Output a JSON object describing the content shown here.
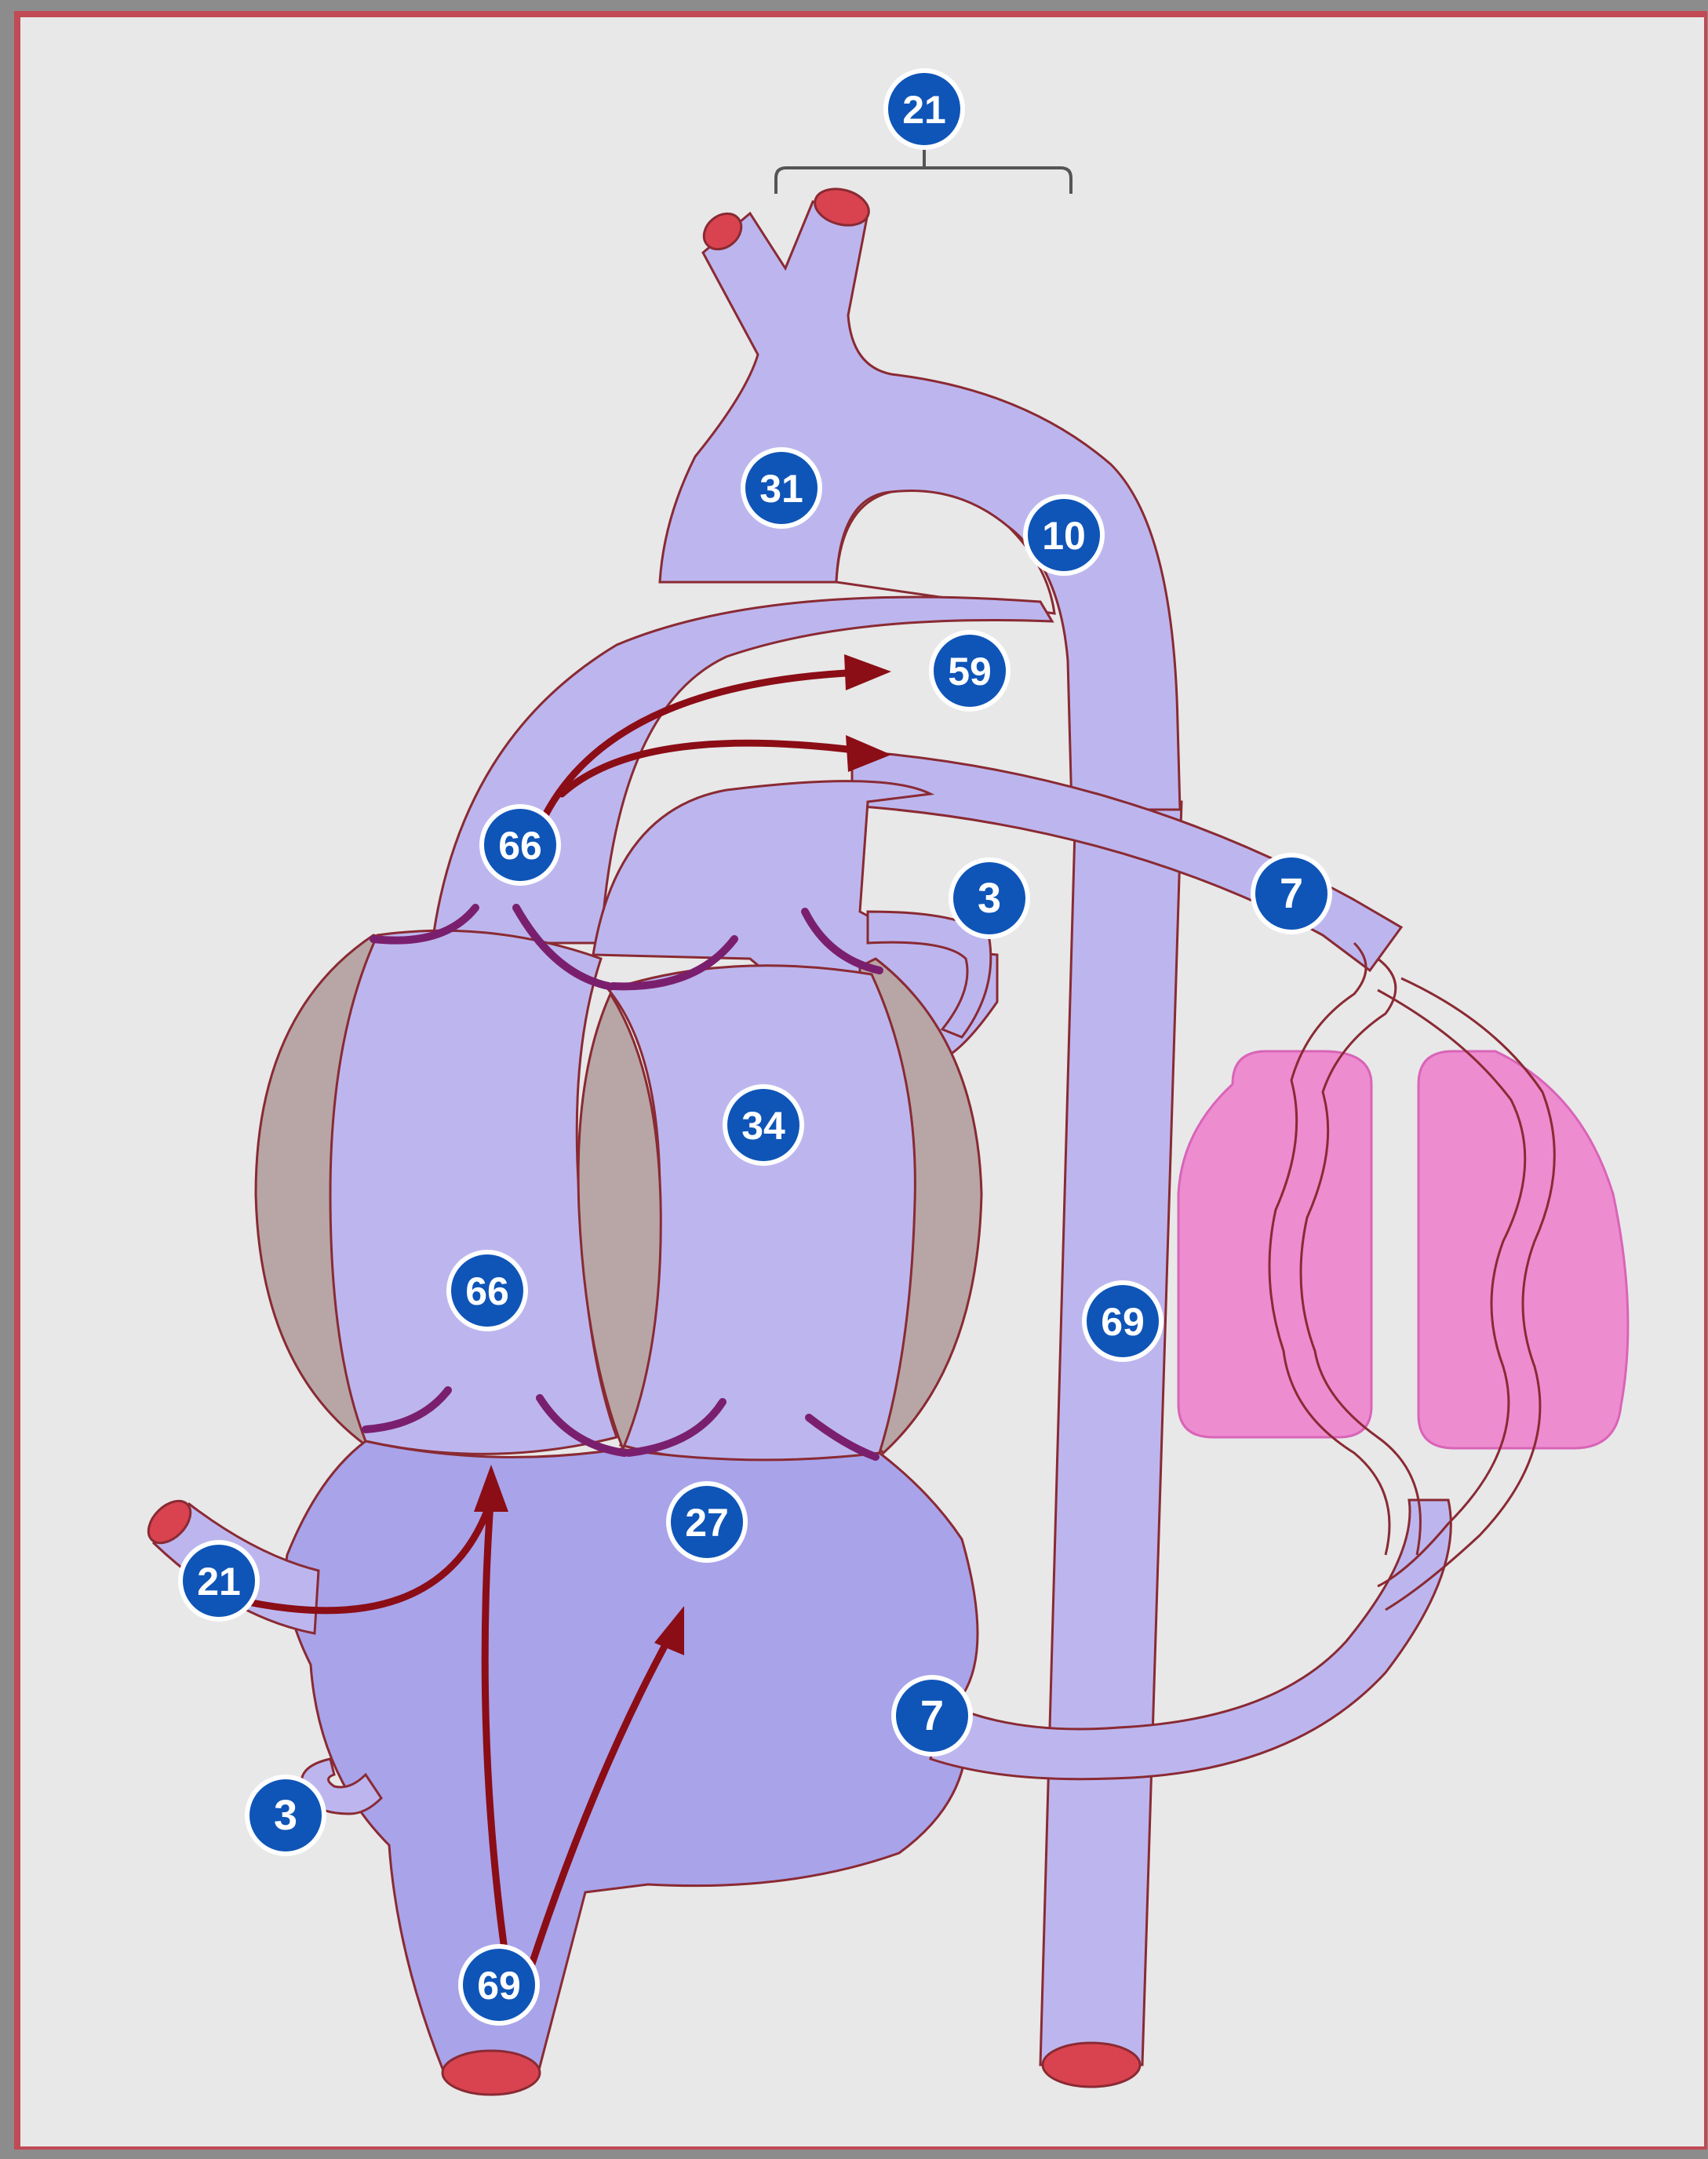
{
  "diagram": {
    "colors": {
      "background": "#e8e8e8",
      "vessel_fill": "#bdb6ee",
      "vessel_stroke": "#8a2a33",
      "atrium_fill": "#a9a3ea",
      "valve_cusp": "#7a1f6e",
      "membrane": "#b8a6a6",
      "lung_pink": "#ee8cd0",
      "vessel_cut_end": "#d8434f",
      "flow_arrow": "#8b0d16",
      "marker_fill": "#0f55b8"
    },
    "markers": [
      {
        "id": "m-21-top",
        "text": "21"
      },
      {
        "id": "m-31",
        "text": "31"
      },
      {
        "id": "m-10",
        "text": "10"
      },
      {
        "id": "m-59",
        "text": "59"
      },
      {
        "id": "m-66-top",
        "text": "66"
      },
      {
        "id": "m-3-right",
        "text": "3"
      },
      {
        "id": "m-7-right",
        "text": "7"
      },
      {
        "id": "m-34",
        "text": "34"
      },
      {
        "id": "m-66-mid",
        "text": "66"
      },
      {
        "id": "m-69-right",
        "text": "69"
      },
      {
        "id": "m-27",
        "text": "27"
      },
      {
        "id": "m-21-left",
        "text": "21"
      },
      {
        "id": "m-7-bottom",
        "text": "7"
      },
      {
        "id": "m-3-left",
        "text": "3"
      },
      {
        "id": "m-69-bottom",
        "text": "69"
      }
    ]
  }
}
